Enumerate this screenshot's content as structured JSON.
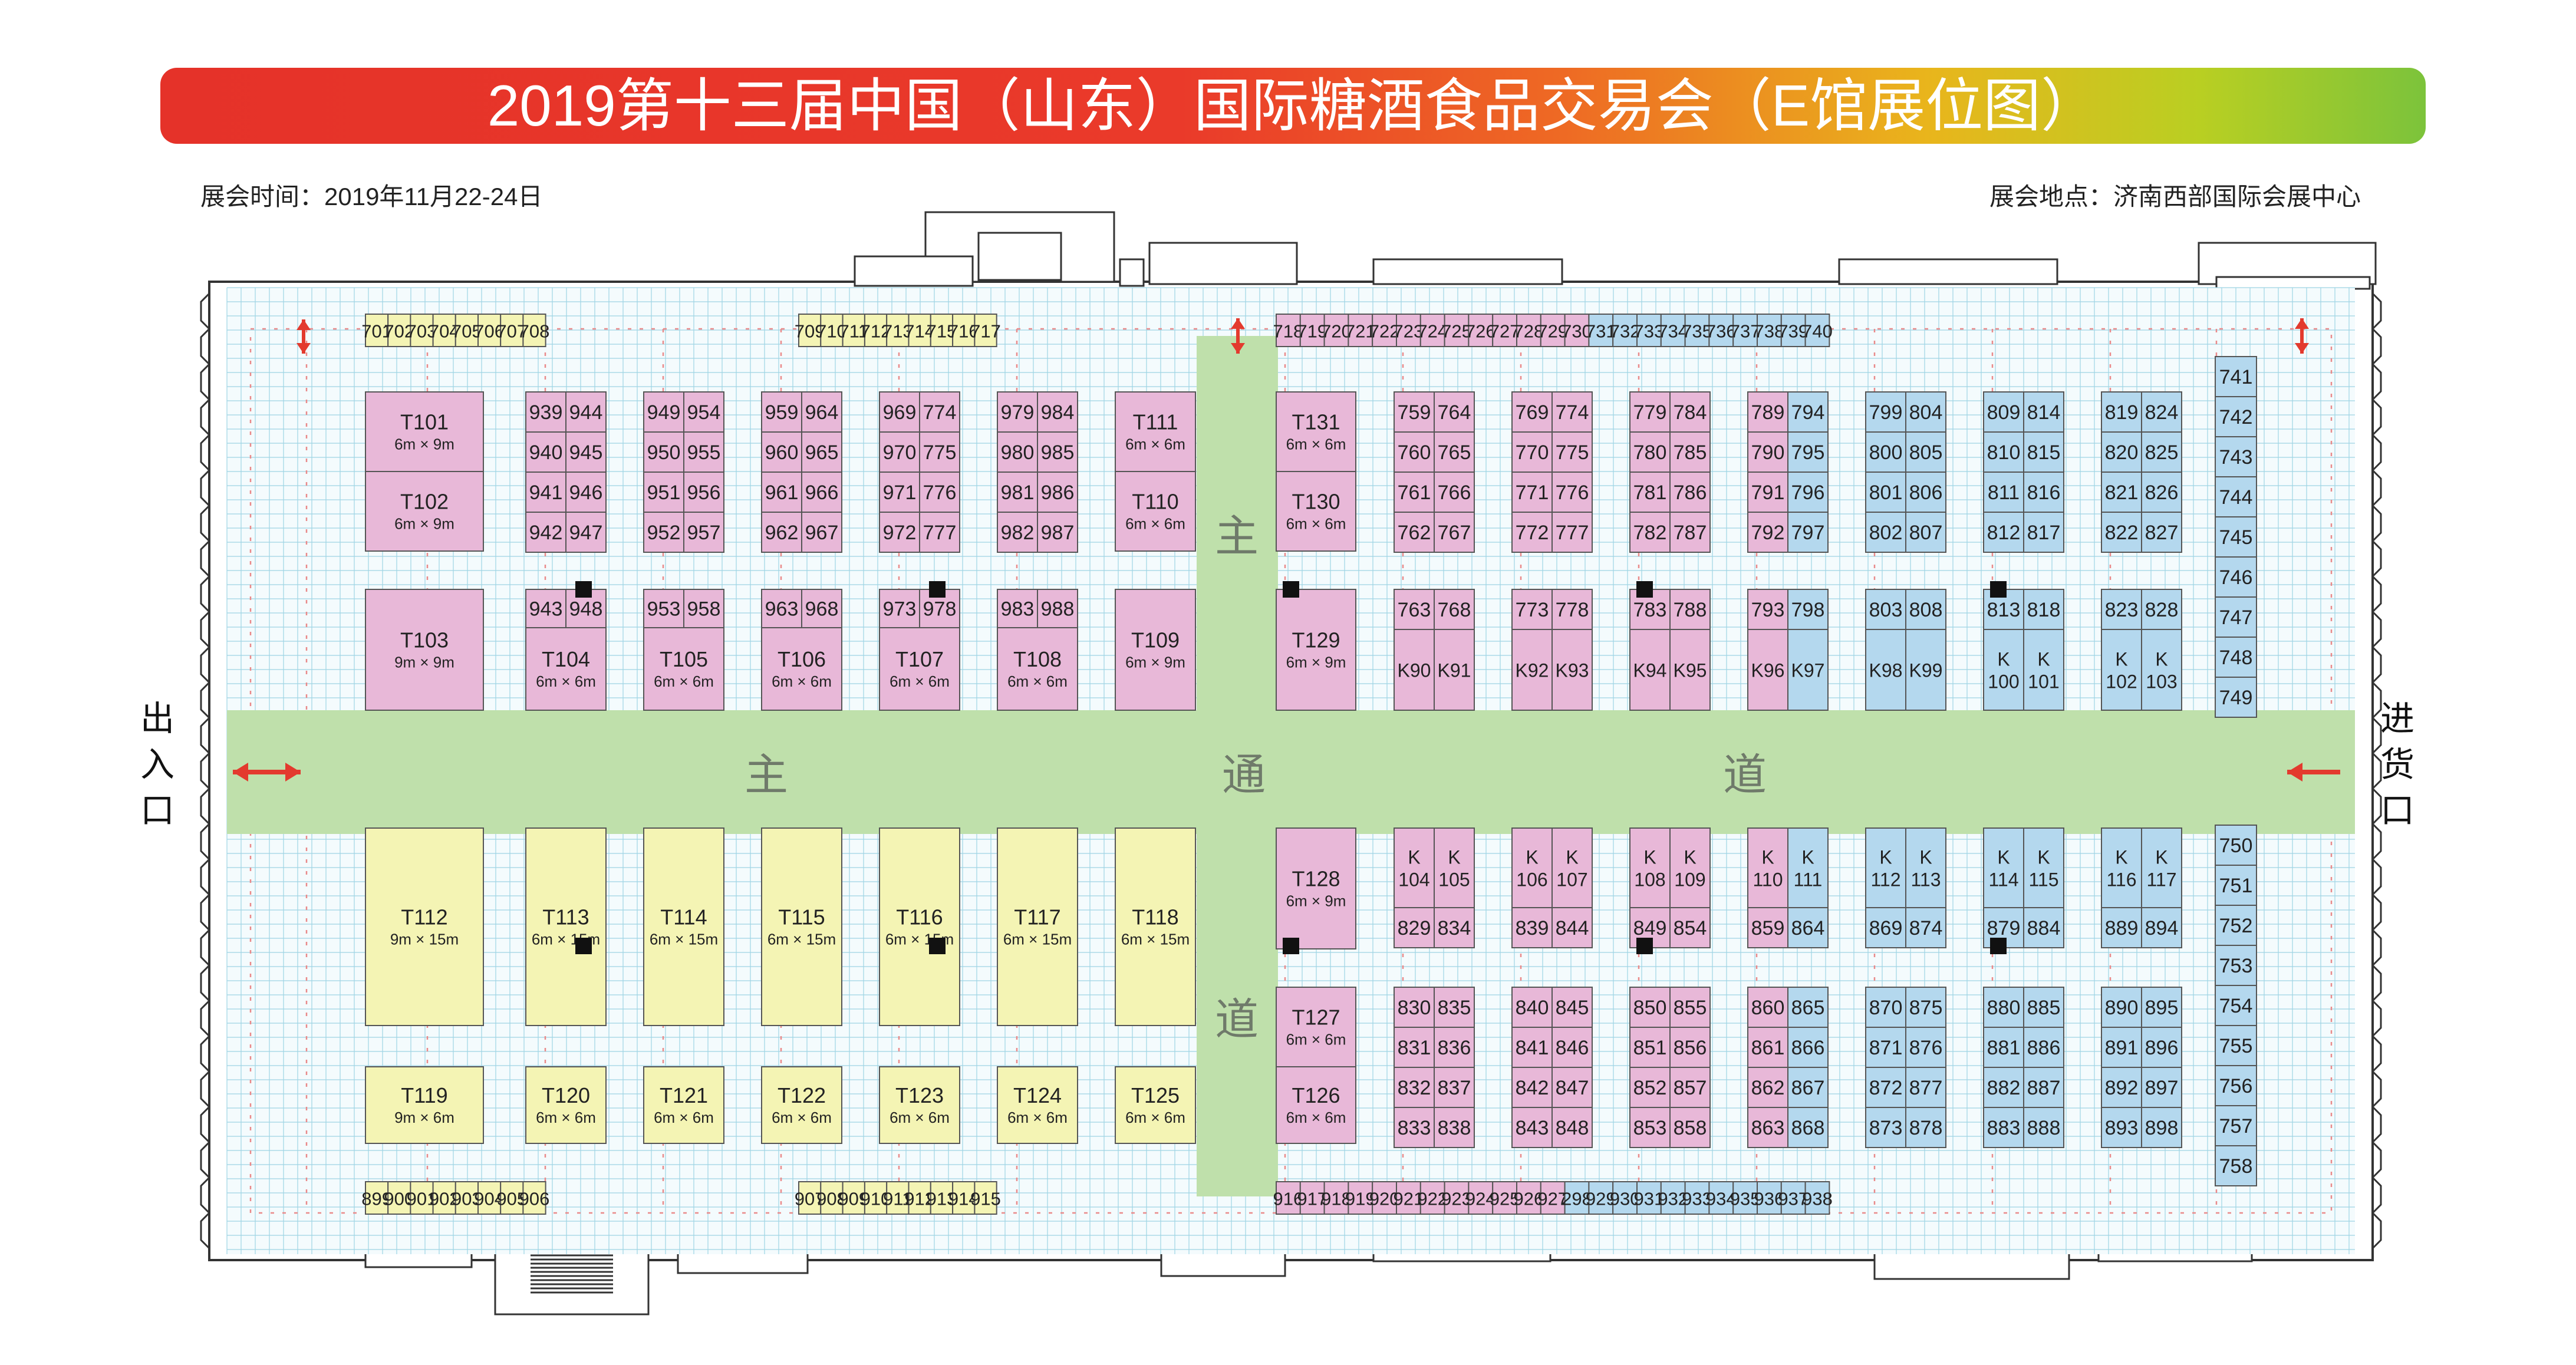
{
  "title": "2019第十三届中国（山东）国际糖酒食品交易会（E馆展位图）",
  "time_text": "展会时间：2019年11月22-24日",
  "place_text": "展会地点：济南西部国际会展中心",
  "exit_label": "出入口",
  "entry_label": "进货口",
  "aisle_chars": {
    "h_left": "主",
    "h_mid": "通",
    "h_right": "道",
    "v_top": "主",
    "v_bottom": "道"
  },
  "colors": {
    "pink": "#e8b8d8",
    "yellow": "#f4f4b4",
    "blue": "#b4d8ee",
    "aisle": "#bfe0ab",
    "grid": "#9ed4e4",
    "wall": "#333333",
    "arrow": "#e33a2e",
    "title_red": "#e53229",
    "title_green": "#7cc33b"
  },
  "top_row": [
    "701",
    "702",
    "703",
    "704",
    "705",
    "706",
    "707",
    "708",
    "709",
    "710",
    "711",
    "712",
    "713",
    "714",
    "715",
    "716",
    "717",
    "718",
    "719",
    "720",
    "721",
    "722",
    "723",
    "724",
    "725",
    "726",
    "727",
    "728",
    "729",
    "730",
    "731",
    "732",
    "733",
    "734",
    "735",
    "736",
    "737",
    "738",
    "739",
    "740"
  ],
  "bottom_row": [
    "899",
    "900",
    "901",
    "902",
    "903",
    "904",
    "905",
    "906",
    "907",
    "908",
    "909",
    "910",
    "911",
    "912",
    "913",
    "914",
    "915",
    "916",
    "917",
    "918",
    "919",
    "920",
    "921",
    "922",
    "923",
    "924",
    "925",
    "926",
    "927",
    "298",
    "929",
    "930",
    "931",
    "932",
    "933",
    "934",
    "935",
    "936",
    "937",
    "938"
  ],
  "right_col_top": [
    "741",
    "742",
    "743",
    "744",
    "745",
    "746",
    "747",
    "748",
    "749"
  ],
  "right_col_bottom": [
    "750",
    "751",
    "752",
    "753",
    "754",
    "755",
    "756",
    "757",
    "758"
  ],
  "t_booths": [
    {
      "id": "T101",
      "size": "6m × 9m"
    },
    {
      "id": "T102",
      "size": "6m × 9m"
    },
    {
      "id": "T103",
      "size": "9m × 9m"
    },
    {
      "id": "T104",
      "size": "6m × 6m"
    },
    {
      "id": "T105",
      "size": "6m × 6m"
    },
    {
      "id": "T106",
      "size": "6m × 6m"
    },
    {
      "id": "T107",
      "size": "6m × 6m"
    },
    {
      "id": "T108",
      "size": "6m × 6m"
    },
    {
      "id": "T109",
      "size": "6m × 9m"
    },
    {
      "id": "T110",
      "size": "6m × 6m"
    },
    {
      "id": "T111",
      "size": "6m × 6m"
    },
    {
      "id": "T112",
      "size": "9m × 15m"
    },
    {
      "id": "T113",
      "size": "6m × 15m"
    },
    {
      "id": "T114",
      "size": "6m × 15m"
    },
    {
      "id": "T115",
      "size": "6m × 15m"
    },
    {
      "id": "T116",
      "size": "6m × 15m"
    },
    {
      "id": "T117",
      "size": "6m × 15m"
    },
    {
      "id": "T118",
      "size": "6m × 15m"
    },
    {
      "id": "T119",
      "size": "9m × 6m"
    },
    {
      "id": "T120",
      "size": "6m × 6m"
    },
    {
      "id": "T121",
      "size": "6m × 6m"
    },
    {
      "id": "T122",
      "size": "6m × 6m"
    },
    {
      "id": "T123",
      "size": "6m × 6m"
    },
    {
      "id": "T124",
      "size": "6m × 6m"
    },
    {
      "id": "T125",
      "size": "6m × 6m"
    },
    {
      "id": "T126",
      "size": "6m × 6m"
    },
    {
      "id": "T127",
      "size": "6m × 6m"
    },
    {
      "id": "T128",
      "size": "6m × 9m"
    },
    {
      "id": "T129",
      "size": "6m × 9m"
    },
    {
      "id": "T130",
      "size": "6m × 6m"
    },
    {
      "id": "T131",
      "size": "6m × 6m"
    }
  ],
  "left_upper_grid": [
    [
      "939",
      "944"
    ],
    [
      "940",
      "945"
    ],
    [
      "941",
      "946"
    ],
    [
      "942",
      "947"
    ],
    [
      "949",
      "954"
    ],
    [
      "950",
      "955"
    ],
    [
      "951",
      "956"
    ],
    [
      "952",
      "957"
    ],
    [
      "959",
      "964"
    ],
    [
      "960",
      "965"
    ],
    [
      "961",
      "966"
    ],
    [
      "962",
      "967"
    ],
    [
      "969",
      "774"
    ],
    [
      "970",
      "775"
    ],
    [
      "971",
      "776"
    ],
    [
      "972",
      "777"
    ],
    [
      "979",
      "984"
    ],
    [
      "980",
      "985"
    ],
    [
      "981",
      "986"
    ],
    [
      "982",
      "987"
    ]
  ],
  "left_mid_pairs": [
    [
      "943",
      "948"
    ],
    [
      "953",
      "958"
    ],
    [
      "963",
      "968"
    ],
    [
      "973",
      "978"
    ],
    [
      "983",
      "988"
    ]
  ],
  "right_upper_grid": [
    [
      "759",
      "764"
    ],
    [
      "760",
      "765"
    ],
    [
      "761",
      "766"
    ],
    [
      "762",
      "767"
    ],
    [
      "769",
      "774"
    ],
    [
      "770",
      "775"
    ],
    [
      "771",
      "776"
    ],
    [
      "772",
      "777"
    ],
    [
      "779",
      "784"
    ],
    [
      "780",
      "785"
    ],
    [
      "781",
      "786"
    ],
    [
      "782",
      "787"
    ],
    [
      "789",
      "794"
    ],
    [
      "790",
      "795"
    ],
    [
      "791",
      "796"
    ],
    [
      "792",
      "797"
    ],
    [
      "799",
      "804"
    ],
    [
      "800",
      "805"
    ],
    [
      "801",
      "806"
    ],
    [
      "802",
      "807"
    ],
    [
      "809",
      "814"
    ],
    [
      "810",
      "815"
    ],
    [
      "811",
      "816"
    ],
    [
      "812",
      "817"
    ],
    [
      "819",
      "824"
    ],
    [
      "820",
      "825"
    ],
    [
      "821",
      "826"
    ],
    [
      "822",
      "827"
    ]
  ],
  "right_mid_top": [
    [
      "763",
      "768"
    ],
    [
      "773",
      "778"
    ],
    [
      "783",
      "788"
    ],
    [
      "793",
      "798"
    ],
    [
      "803",
      "808"
    ],
    [
      "813",
      "818"
    ],
    [
      "823",
      "828"
    ]
  ],
  "right_mid_k": [
    [
      "K90",
      "K91"
    ],
    [
      "K92",
      "K93"
    ],
    [
      "K94",
      "K95"
    ],
    [
      "K96",
      "K97"
    ],
    [
      "K98",
      "K99"
    ],
    [
      "K\n100",
      "K\n101"
    ],
    [
      "K\n102",
      "K\n103"
    ]
  ],
  "right_lower_k": [
    [
      "K\n104",
      "K\n105"
    ],
    [
      "K\n106",
      "K\n107"
    ],
    [
      "K\n108",
      "K\n109"
    ],
    [
      "K\n110",
      "K\n111"
    ],
    [
      "K\n112",
      "K\n113"
    ],
    [
      "K\n114",
      "K\n115"
    ],
    [
      "K\n116",
      "K\n117"
    ]
  ],
  "right_lower_mid": [
    [
      "829",
      "834"
    ],
    [
      "839",
      "844"
    ],
    [
      "849",
      "854"
    ],
    [
      "859",
      "864"
    ],
    [
      "869",
      "874"
    ],
    [
      "879",
      "884"
    ],
    [
      "889",
      "894"
    ]
  ],
  "right_bottom_grid": [
    [
      "830",
      "835"
    ],
    [
      "831",
      "836"
    ],
    [
      "832",
      "837"
    ],
    [
      "833",
      "838"
    ],
    [
      "840",
      "845"
    ],
    [
      "841",
      "846"
    ],
    [
      "842",
      "847"
    ],
    [
      "843",
      "848"
    ],
    [
      "850",
      "855"
    ],
    [
      "851",
      "856"
    ],
    [
      "852",
      "857"
    ],
    [
      "853",
      "858"
    ],
    [
      "860",
      "865"
    ],
    [
      "861",
      "866"
    ],
    [
      "862",
      "867"
    ],
    [
      "863",
      "868"
    ],
    [
      "870",
      "875"
    ],
    [
      "871",
      "876"
    ],
    [
      "872",
      "877"
    ],
    [
      "873",
      "878"
    ],
    [
      "880",
      "885"
    ],
    [
      "881",
      "886"
    ],
    [
      "882",
      "887"
    ],
    [
      "883",
      "888"
    ],
    [
      "890",
      "895"
    ],
    [
      "891",
      "896"
    ],
    [
      "892",
      "897"
    ],
    [
      "893",
      "898"
    ]
  ]
}
